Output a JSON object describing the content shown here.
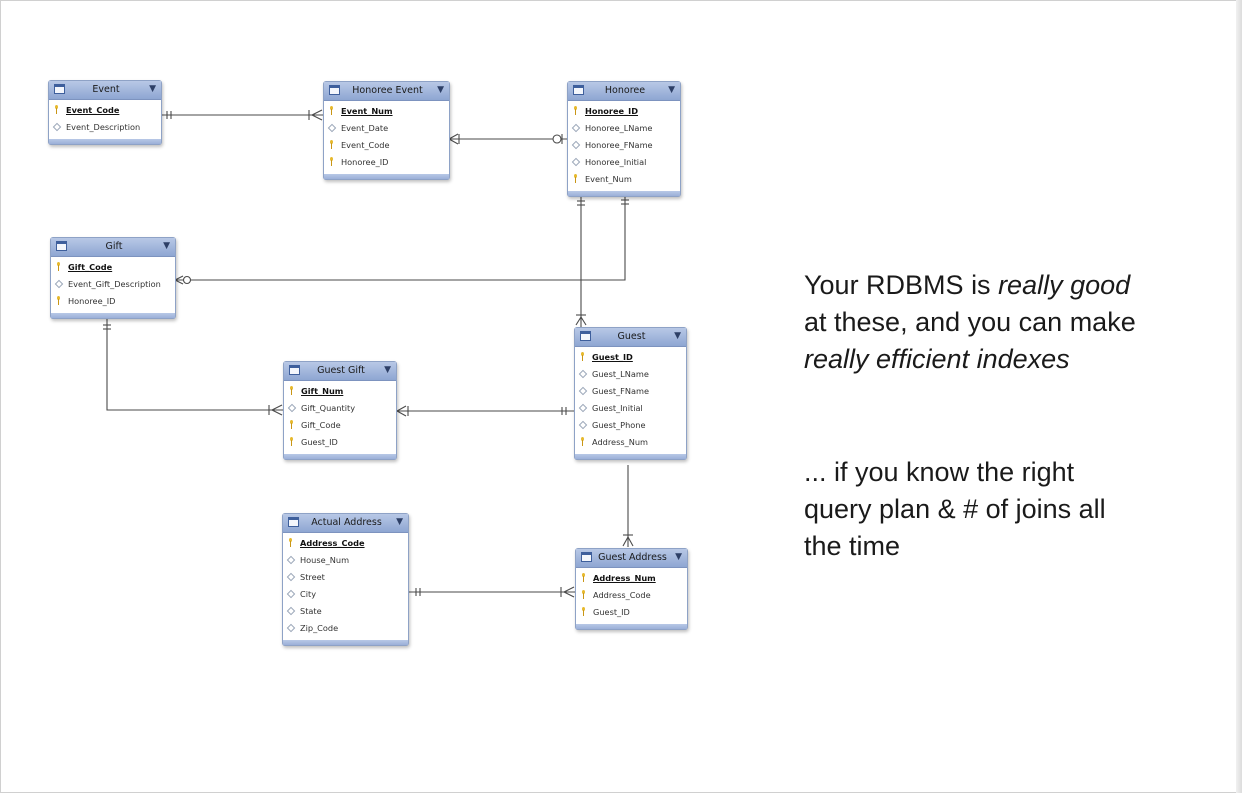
{
  "tables": {
    "event": {
      "name": "Event",
      "fields": [
        {
          "name": "Event_Code",
          "key": "pk"
        },
        {
          "name": "Event_Description",
          "key": "none"
        }
      ]
    },
    "honoree_event": {
      "name": "Honoree Event",
      "fields": [
        {
          "name": "Event_Num",
          "key": "pk"
        },
        {
          "name": "Event_Date",
          "key": "none"
        },
        {
          "name": "Event_Code",
          "key": "fk"
        },
        {
          "name": "Honoree_ID",
          "key": "fk"
        }
      ]
    },
    "honoree": {
      "name": "Honoree",
      "fields": [
        {
          "name": "Honoree_ID",
          "key": "pk"
        },
        {
          "name": "Honoree_LName",
          "key": "none"
        },
        {
          "name": "Honoree_FName",
          "key": "none"
        },
        {
          "name": "Honoree_Initial",
          "key": "none"
        },
        {
          "name": "Event_Num",
          "key": "fk"
        }
      ]
    },
    "gift": {
      "name": "Gift",
      "fields": [
        {
          "name": "Gift_Code",
          "key": "pk"
        },
        {
          "name": "Event_Gift_Description",
          "key": "none"
        },
        {
          "name": "Honoree_ID",
          "key": "fk"
        }
      ]
    },
    "guest": {
      "name": "Guest",
      "fields": [
        {
          "name": "Guest_ID",
          "key": "pk"
        },
        {
          "name": "Guest_LName",
          "key": "none"
        },
        {
          "name": "Guest_FName",
          "key": "none"
        },
        {
          "name": "Guest_Initial",
          "key": "none"
        },
        {
          "name": "Guest_Phone",
          "key": "none"
        },
        {
          "name": "Address_Num",
          "key": "fk"
        }
      ]
    },
    "guest_gift": {
      "name": "Guest Gift",
      "fields": [
        {
          "name": "Gift_Num",
          "key": "pk"
        },
        {
          "name": "Gift_Quantity",
          "key": "none"
        },
        {
          "name": "Gift_Code",
          "key": "fk"
        },
        {
          "name": "Guest_ID",
          "key": "fk"
        }
      ]
    },
    "actual_address": {
      "name": "Actual Address",
      "fields": [
        {
          "name": "Address_Code",
          "key": "pk"
        },
        {
          "name": "House_Num",
          "key": "none"
        },
        {
          "name": "Street",
          "key": "none"
        },
        {
          "name": "City",
          "key": "none"
        },
        {
          "name": "State",
          "key": "none"
        },
        {
          "name": "Zip_Code",
          "key": "none"
        }
      ]
    },
    "guest_address": {
      "name": "Guest Address",
      "fields": [
        {
          "name": "Address_Num",
          "key": "pk"
        },
        {
          "name": "Address_Code",
          "key": "fk"
        },
        {
          "name": "Guest_ID",
          "key": "fk"
        }
      ]
    }
  },
  "header_dropdown_glyph": "▼",
  "text": {
    "line1_a": "Your RDBMS is ",
    "line1_b": "really good",
    "line2": "at these, and you can make",
    "line3": "really efficient indexes",
    "line4": "... if you know the right",
    "line5": "query plan & # of joins all",
    "line6": "the time"
  },
  "colors": {
    "header": "#9bb0d8",
    "border": "#8ea2c6",
    "key": "#e7b92c",
    "text": "#1a1a1a"
  }
}
